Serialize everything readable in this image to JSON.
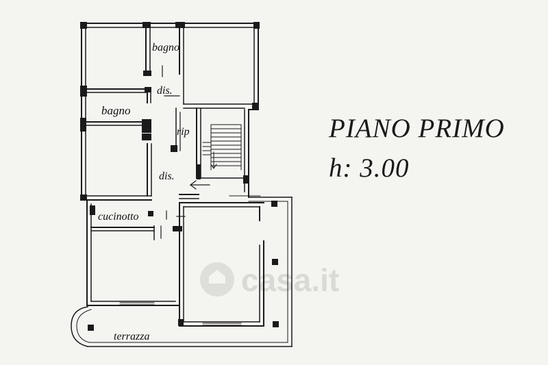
{
  "plan": {
    "title": "PIANO PRIMO",
    "height": "h: 3.00"
  },
  "rooms": {
    "bagno_upper": "bagno",
    "dis_upper": "dis.",
    "bagno_lower": "bagno",
    "rip": "rip",
    "dis_lower": "dis.",
    "cucinotto": "cucinotto",
    "terrazza": "terrazza"
  },
  "watermark": {
    "text": "casa.it"
  },
  "colors": {
    "ink": "#1a1a1a",
    "paper": "#f4f4f1",
    "watermark": "#d9d9d6"
  }
}
